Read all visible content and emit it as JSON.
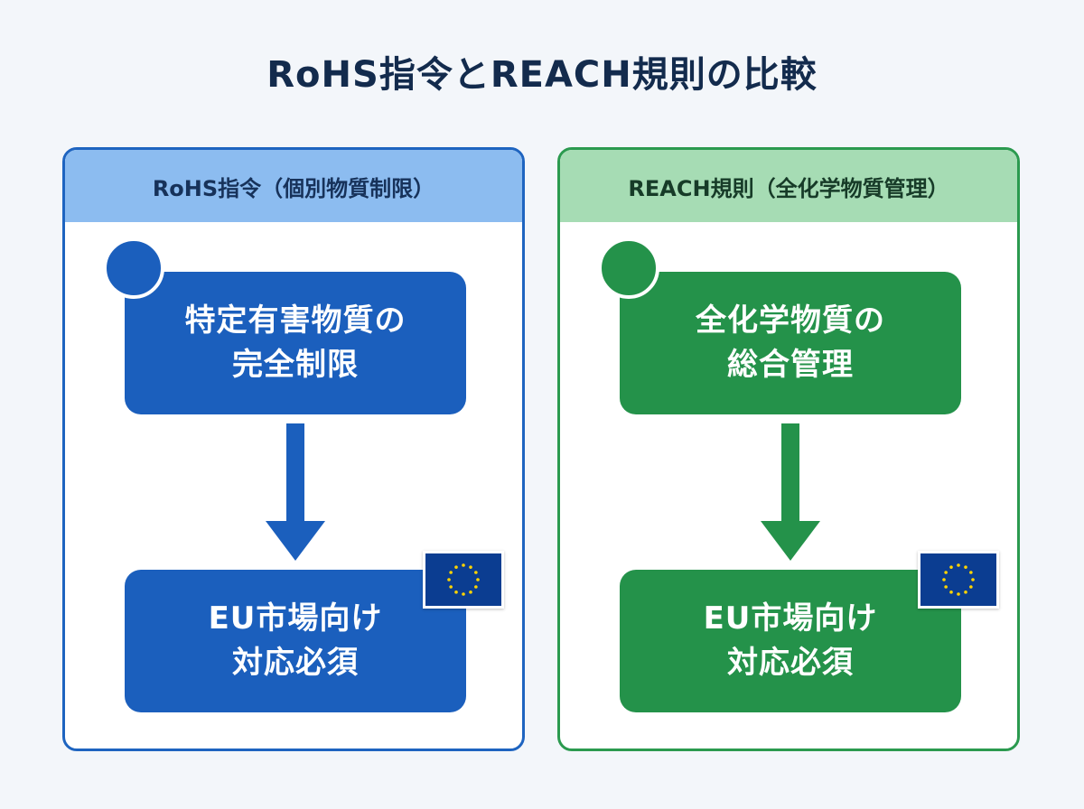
{
  "title": "RoHS指令とREACH規則の比較",
  "panels": [
    {
      "header": "RoHS指令（個別物質制限）",
      "top_box": [
        "特定有害物質の",
        "完全制限"
      ],
      "bottom_box": [
        "EU市場向け",
        "対応必須"
      ],
      "accent": "#1b5fbd",
      "header_color": "#8cbcf0"
    },
    {
      "header": "REACH規則（全化学物質管理）",
      "top_box": [
        "全化学物質の",
        "総合管理"
      ],
      "bottom_box": [
        "EU市場向け",
        "対応必須"
      ],
      "accent": "#24924a",
      "header_color": "#a6dcb4"
    }
  ],
  "icons": {
    "flag": "eu-flag-icon",
    "badge": "circle-badge-icon",
    "arrow": "down-arrow-icon"
  }
}
